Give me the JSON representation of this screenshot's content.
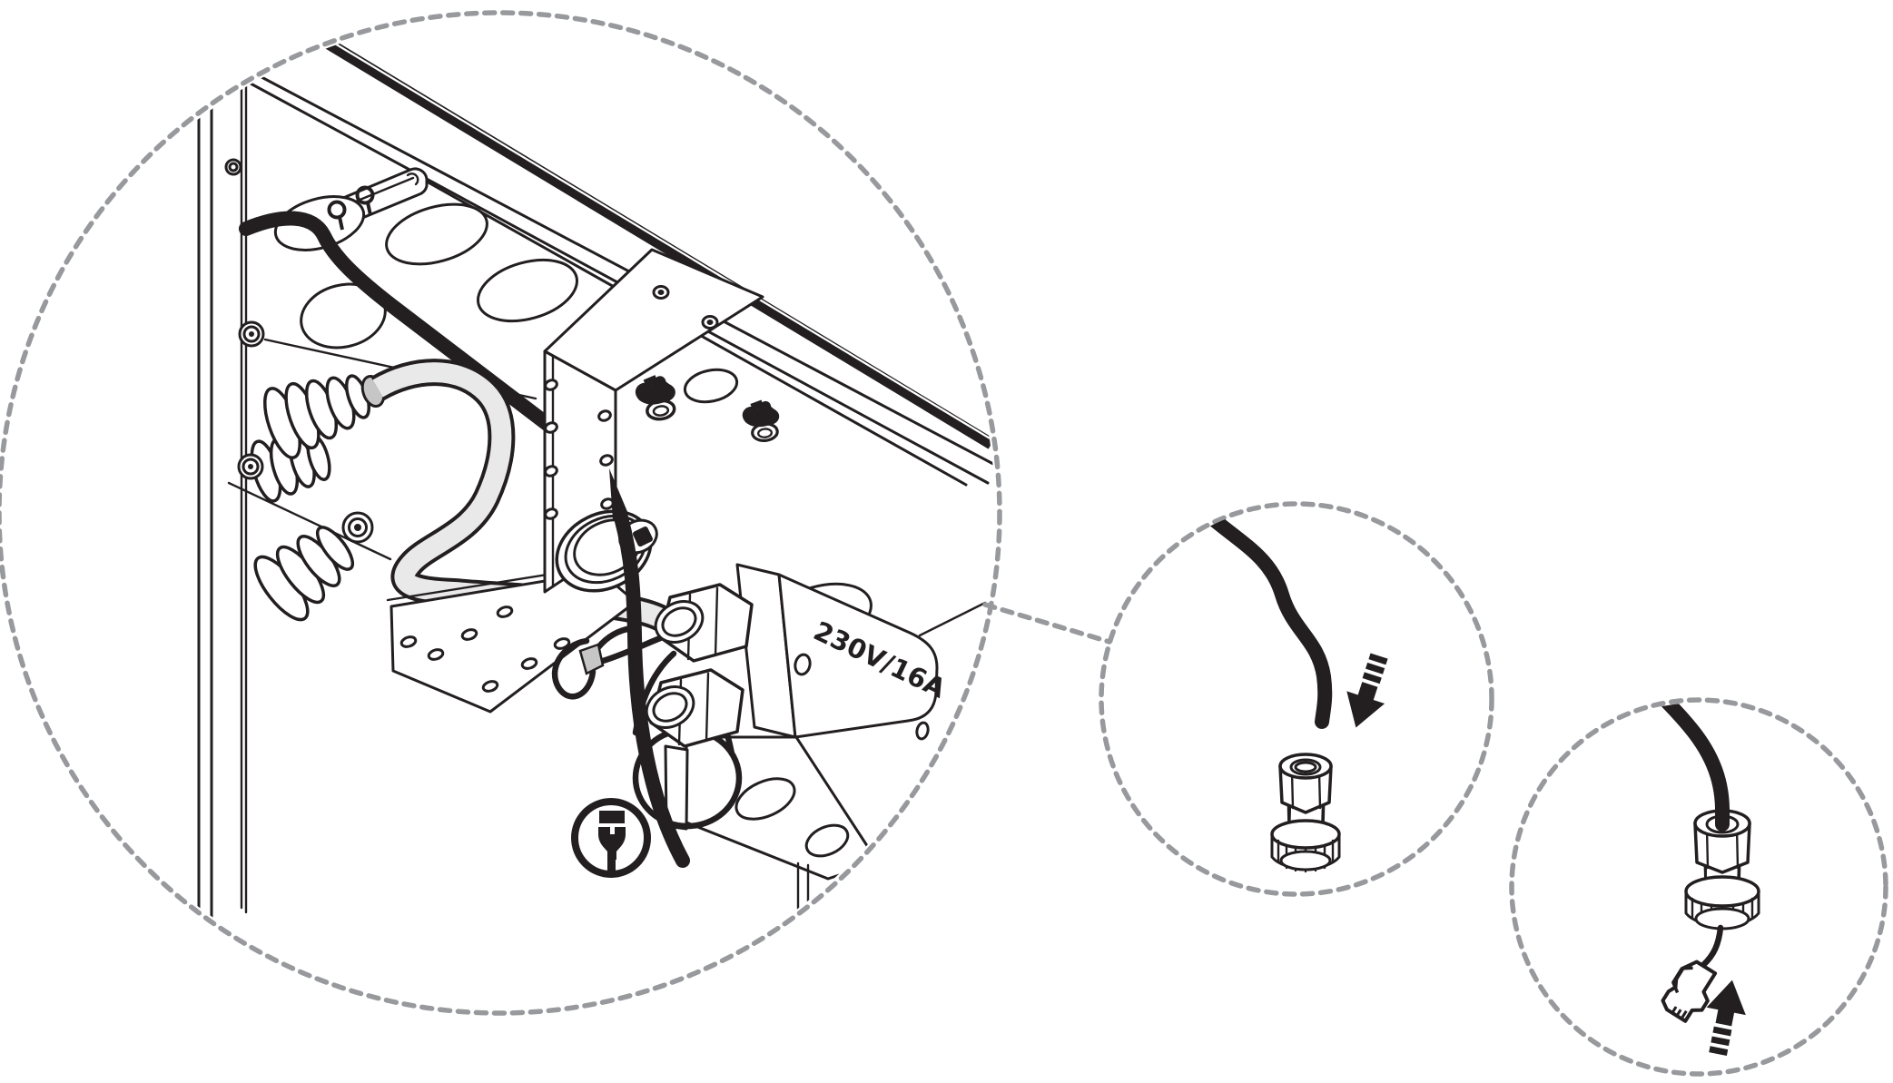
{
  "diagram": {
    "label_230v": "230V/16A",
    "colors": {
      "line": "#231f20",
      "dashed": "#97999c",
      "hose": "#e9e9e9",
      "metal_gray": "#c6c6c6",
      "background": "#ffffff"
    },
    "callouts": {
      "main": {
        "name": "equipment-underside-detail"
      },
      "gland": {
        "name": "cable-above-gland-detail"
      },
      "connector": {
        "name": "connector-through-gland-detail"
      }
    },
    "icons": {
      "plug": "plug-icon",
      "arrow_insert_down": "insert-direction-arrow-down",
      "arrow_insert_up": "insert-direction-arrow-up"
    }
  }
}
